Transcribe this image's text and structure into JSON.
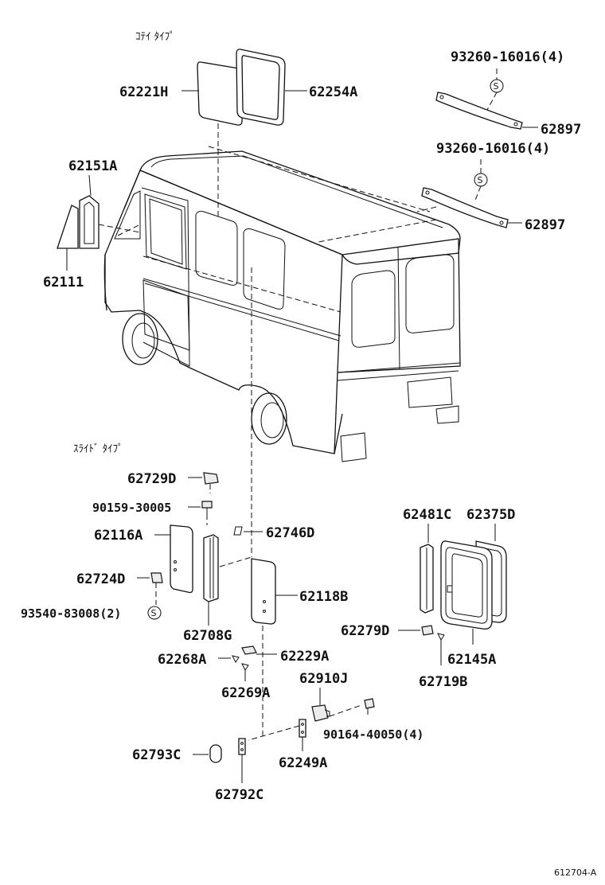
{
  "captions": {
    "fixed_type": "ｺﾃｲ ﾀｲﾌﾟ",
    "slide_type": "ｽﾗｲﾄﾞ ﾀｲﾌﾟ",
    "illustration_code": "612704-A"
  },
  "symbols": {
    "standard_part": "S"
  },
  "labels": {
    "p62221H": "62221H",
    "p62254A": "62254A",
    "p93260_a": "93260-16016(4)",
    "p62897_a": "62897",
    "p93260_b": "93260-16016(4)",
    "p62897_b": "62897",
    "p62151A": "62151A",
    "p62111": "62111",
    "p62729D": "62729D",
    "p90159": "90159-30005",
    "p62116A": "62116A",
    "p62746D": "62746D",
    "p62724D": "62724D",
    "p93540": "93540-83008(2)",
    "p62118B": "62118B",
    "p62708G": "62708G",
    "p62268A": "62268A",
    "p62229A": "62229A",
    "p62269A": "62269A",
    "p62910J": "62910J",
    "p90164": "90164-40050(4)",
    "p62793C": "62793C",
    "p62249A": "62249A",
    "p62792C": "62792C",
    "p62481C": "62481C",
    "p62375D": "62375D",
    "p62279D": "62279D",
    "p62145A": "62145A",
    "p62719B": "62719B"
  }
}
